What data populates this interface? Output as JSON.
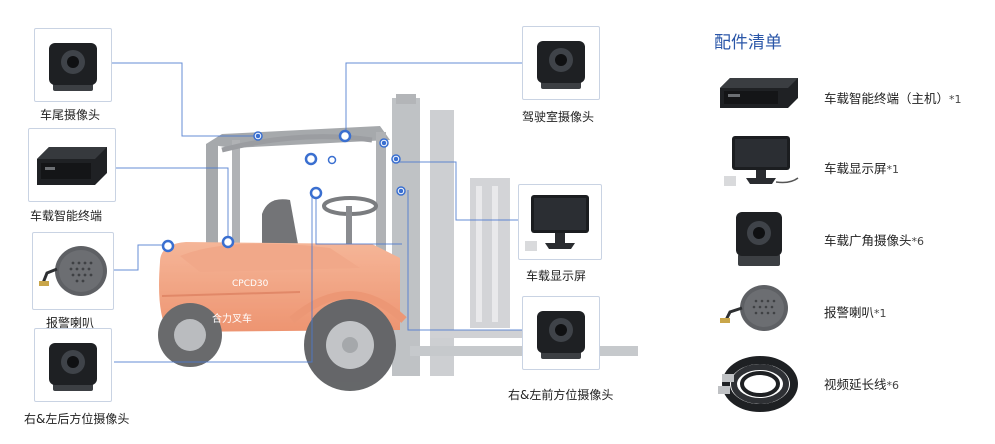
{
  "diagram_labels": {
    "rear_camera": "车尾摄像头",
    "terminal": "车载智能终端",
    "alarm_speaker": "报警喇叭",
    "rear_side_camera": "右&左后方位摄像头",
    "cab_camera": "驾驶室摄像头",
    "display": "车载显示屏",
    "front_side_camera": "右&左前方位摄像头"
  },
  "forklift": {
    "model_text": "CPCD30",
    "brand_text": "合力叉车"
  },
  "accessories": {
    "title": "配件清单",
    "items": [
      {
        "name": "车载智能终端（主机）",
        "qty": "*1",
        "icon": "dvr-terminal-icon"
      },
      {
        "name": "车载显示屏",
        "qty": "*1",
        "icon": "monitor-icon"
      },
      {
        "name": "车载广角摄像头",
        "qty": "*6",
        "icon": "camera-icon"
      },
      {
        "name": "报警喇叭",
        "qty": "*1",
        "icon": "speaker-icon"
      },
      {
        "name": "视频延长线",
        "qty": "*6",
        "icon": "cable-icon"
      }
    ]
  },
  "colors": {
    "accent": "#2a56a8",
    "connector": "#3a6fd0",
    "forklift_body": "#f08a5a",
    "forklift_frame": "#8e9196"
  }
}
